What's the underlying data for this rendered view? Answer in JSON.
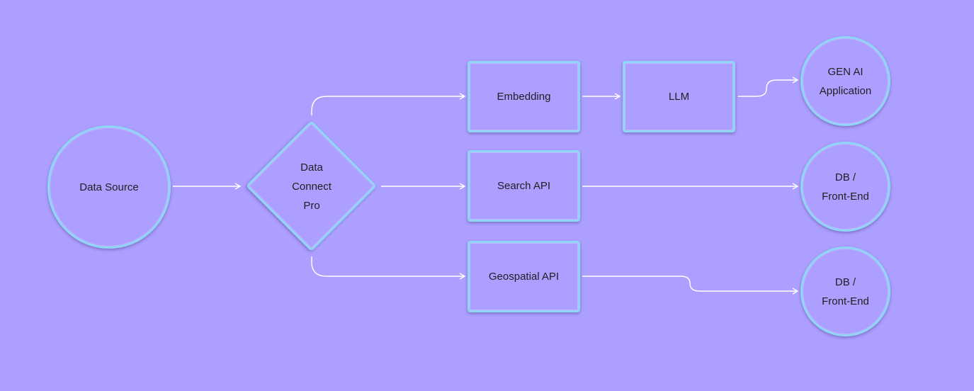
{
  "colors": {
    "background": "#ad9fff",
    "node_border": "#8fd5f5",
    "connector": "#ffffff",
    "text": "#1f1f1f"
  },
  "nodes": {
    "data_source": {
      "label": "Data Source",
      "shape": "circle"
    },
    "data_connect_pro": {
      "lines": [
        "Data",
        "Connect",
        "Pro"
      ],
      "shape": "diamond"
    },
    "embedding": {
      "label": "Embedding",
      "shape": "rectangle"
    },
    "search_api": {
      "label": "Search API",
      "shape": "rectangle"
    },
    "geospatial_api": {
      "label": "Geospatial API",
      "shape": "rectangle"
    },
    "llm": {
      "label": "LLM",
      "shape": "rectangle"
    },
    "gen_ai_application": {
      "lines": [
        "GEN AI",
        "Application"
      ],
      "shape": "circle"
    },
    "db_front_end_1": {
      "lines": [
        "DB /",
        "Front-End"
      ],
      "shape": "circle"
    },
    "db_front_end_2": {
      "lines": [
        "DB /",
        "Front-End"
      ],
      "shape": "circle"
    }
  },
  "edges": [
    {
      "from": "Data Source",
      "to": "Data Connect Pro"
    },
    {
      "from": "Data Connect Pro",
      "to": "Embedding"
    },
    {
      "from": "Data Connect Pro",
      "to": "Search API"
    },
    {
      "from": "Data Connect Pro",
      "to": "Geospatial API"
    },
    {
      "from": "Embedding",
      "to": "LLM"
    },
    {
      "from": "LLM",
      "to": "GEN AI Application"
    },
    {
      "from": "Search API",
      "to": "DB / Front-End"
    },
    {
      "from": "Geospatial API",
      "to": "DB / Front-End"
    }
  ]
}
